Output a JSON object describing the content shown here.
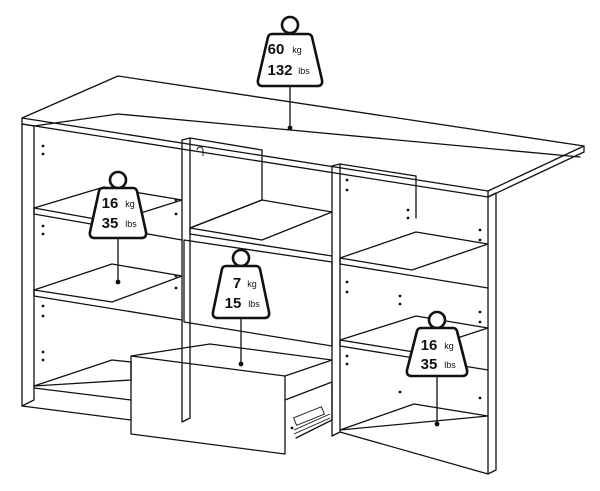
{
  "colors": {
    "ink": "#111111",
    "paper": "#ffffff"
  },
  "weights": [
    {
      "id": "top",
      "kg": "60",
      "kg_unit": "kg",
      "lbs": "132",
      "lbs_unit": "lbs"
    },
    {
      "id": "left-shelf",
      "kg": "16",
      "kg_unit": "kg",
      "lbs": "35",
      "lbs_unit": "lbs"
    },
    {
      "id": "drawer",
      "kg": "7",
      "kg_unit": "kg",
      "lbs": "15",
      "lbs_unit": "lbs"
    },
    {
      "id": "right-shelf",
      "kg": "16",
      "kg_unit": "kg",
      "lbs": "35",
      "lbs_unit": "lbs"
    }
  ]
}
